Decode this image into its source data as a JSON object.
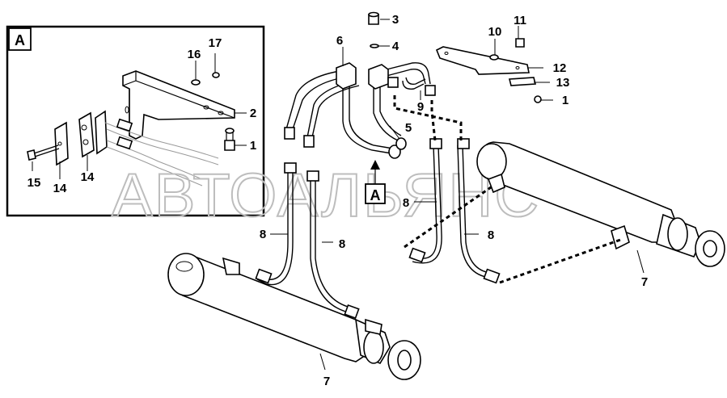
{
  "detail_view": {
    "label": "A"
  },
  "section_marker": {
    "label": "A"
  },
  "watermark": "АВТОАЛЬЯНС",
  "callouts": {
    "c3": "3",
    "c4": "4",
    "c6": "6",
    "c11": "11",
    "c10": "10",
    "c12": "12",
    "c13": "13",
    "c1_main": "1",
    "c9": "9",
    "c5": "5",
    "c8_center": "8",
    "c8_left": "8",
    "c8_mid": "8",
    "c8_right": "8",
    "c7_right": "7",
    "c7_bottom": "7",
    "c16": "16",
    "c17": "17",
    "c2": "2",
    "c1_detail": "1",
    "c15": "15",
    "c14_a": "14",
    "c14_b": "14"
  }
}
